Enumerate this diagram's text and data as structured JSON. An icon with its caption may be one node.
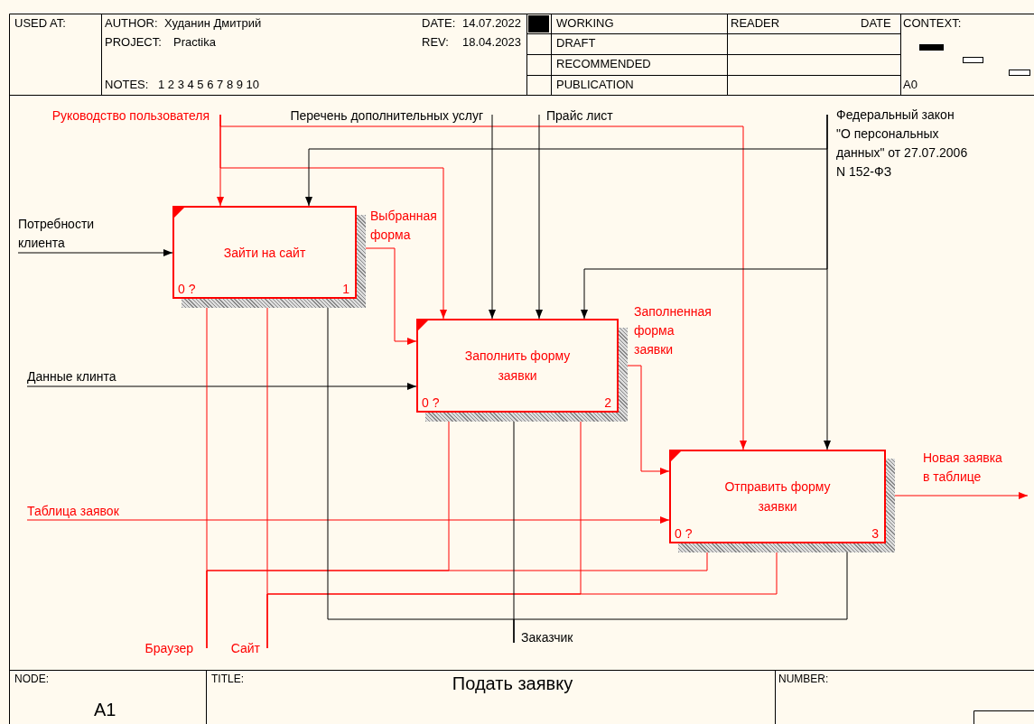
{
  "diagram": {
    "title": "Подать заявку",
    "nodes": [
      {
        "text": [
          "Зайти на сайт",
          "0 ?",
          "1"
        ]
      },
      {
        "text": [
          "Заполнить форму заявки",
          "0 ?",
          "2"
        ]
      },
      {
        "text": [
          "Отправить форму заявки",
          "0 ?",
          "3"
        ]
      },
      {
        "text": [
          "Руководство пользователя"
        ]
      },
      {
        "text": [
          "Перечень дополнительных услуг"
        ]
      },
      {
        "text": [
          "Прайс лист"
        ]
      },
      {
        "text": [
          "Федеральный закон \"О персональных данных\" от 27.07.2006 N 152-ФЗ"
        ]
      },
      {
        "text": [
          "Потребности клиента"
        ]
      },
      {
        "text": [
          "Данные клинта"
        ]
      },
      {
        "text": [
          "Таблица заявок"
        ]
      },
      {
        "text": [
          "Браузер"
        ]
      },
      {
        "text": [
          "Сайт"
        ]
      },
      {
        "text": [
          "Заказчик"
        ]
      }
    ],
    "edges": [
      {
        "from": 3,
        "to": 0,
        "arrow": "to"
      },
      {
        "from": 3,
        "to": 1,
        "arrow": "to"
      },
      {
        "from": 3,
        "to": 2,
        "arrow": "to"
      },
      {
        "from": 4,
        "to": 1,
        "arrow": "to",
        "color": "#000000"
      },
      {
        "from": 5,
        "to": 1,
        "arrow": "to",
        "color": "#000000"
      },
      {
        "from": 6,
        "to": 0,
        "arrow": "to",
        "color": "#000000"
      },
      {
        "from": 6,
        "to": 1,
        "arrow": "to",
        "color": "#000000"
      },
      {
        "from": 6,
        "to": 2,
        "arrow": "to",
        "color": "#000000"
      },
      {
        "from": 7,
        "to": 0,
        "arrow": "to",
        "color": "#000000"
      },
      {
        "from": 0,
        "to": 1,
        "arrow": "to",
        "label": "Выбранная форма"
      },
      {
        "from": 8,
        "to": 1,
        "arrow": "to",
        "color": "#000000"
      },
      {
        "from": 1,
        "to": 2,
        "arrow": "to",
        "label": "Заполненная форма заявки"
      },
      {
        "from": 9,
        "to": 2,
        "arrow": "to"
      },
      {
        "from": 2,
        "to": null,
        "arrow": "to",
        "label": "Новая заявка в таблице"
      },
      {
        "from": 10,
        "to": 0,
        "arrow": "to"
      },
      {
        "from": 10,
        "to": 1,
        "arrow": "to"
      },
      {
        "from": 10,
        "to": 2,
        "arrow": "to"
      },
      {
        "from": 11,
        "to": 0,
        "arrow": "to"
      },
      {
        "from": 11,
        "to": 1,
        "arrow": "to"
      },
      {
        "from": 11,
        "to": 2,
        "arrow": "to"
      },
      {
        "from": 12,
        "to": 0,
        "arrow": "to",
        "color": "#000000"
      },
      {
        "from": 12,
        "to": 1,
        "arrow": "to",
        "color": "#000000"
      },
      {
        "from": 12,
        "to": 2,
        "arrow": "to",
        "color": "#000000"
      }
    ],
    "labels": [
      "USED AT:",
      "AUTHOR:",
      "Худанин Дмитрий",
      "DATE:",
      "14.07.2022",
      "WORKING",
      "READER",
      "DATE",
      "CONTEXT:",
      "PROJECT:",
      "Practika",
      "REV:",
      "18.04.2023",
      "DRAFT",
      "RECOMMENDED",
      "NOTES:",
      "1 2 3 4 5 6 7 8 9 10",
      "PUBLICATION",
      "A0",
      "NODE:",
      "TITLE:",
      "NUMBER:",
      "A1"
    ]
  }
}
